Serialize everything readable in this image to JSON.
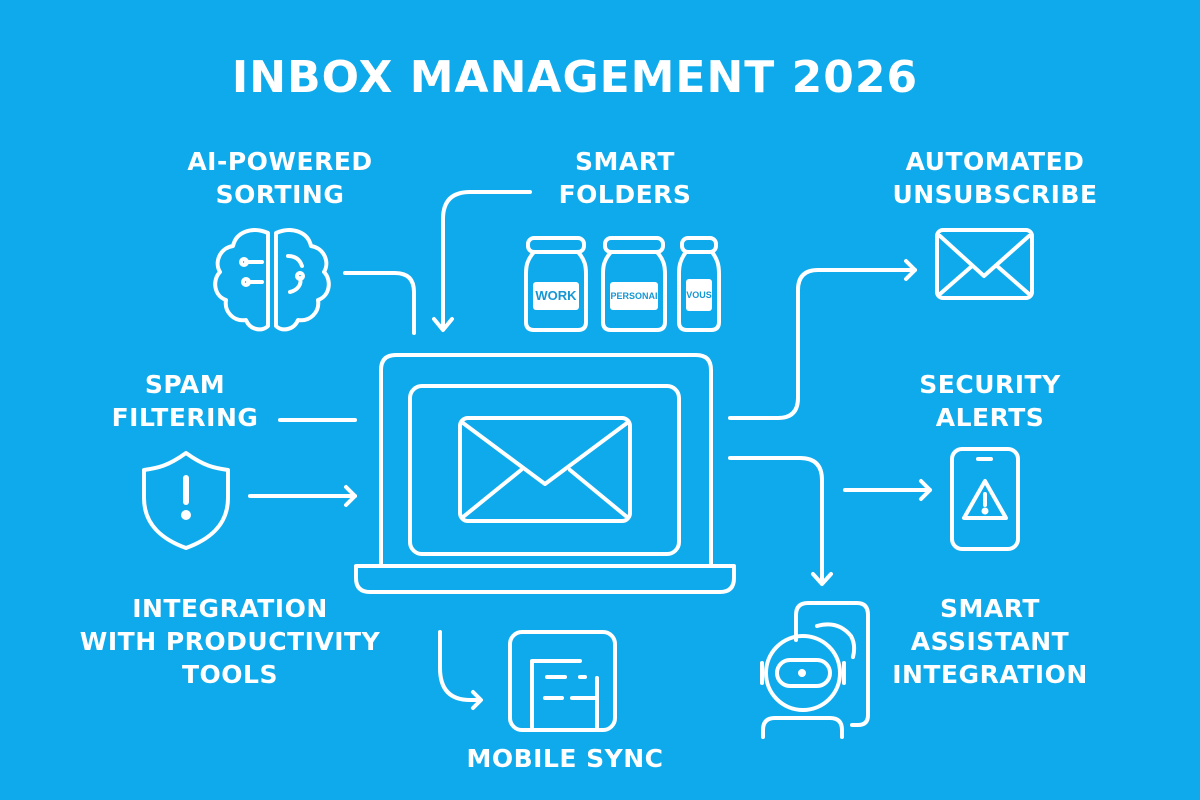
{
  "title": "INBOX MANAGEMENT 2026",
  "colors": {
    "background": "#0eaaeb",
    "foreground": "#ffffff",
    "jar_label_text": "#1497d4"
  },
  "features": {
    "ai_sorting": {
      "lines": [
        "AI-POWERED",
        "SORTING"
      ],
      "icon": "brain-circuit-icon"
    },
    "smart_folders": {
      "lines": [
        "SMART",
        "FOLDERS"
      ],
      "icon": "jars-icon",
      "jars": [
        "WORK",
        "PERSONAI",
        "VOUS"
      ]
    },
    "auto_unsubscribe": {
      "lines": [
        "AUTOMATED",
        "UNSUBSCRIBE"
      ],
      "icon": "envelope-icon"
    },
    "spam_filtering": {
      "lines": [
        "SPAM",
        "FILTERING"
      ],
      "icon": "shield-alert-icon"
    },
    "security_alerts": {
      "lines": [
        "SECURITY",
        "ALERTS"
      ],
      "icon": "phone-warning-icon"
    },
    "productivity_integration": {
      "lines": [
        "INTEGRATION",
        "WITH PRODUCTIVITY",
        "TOOLS"
      ]
    },
    "mobile_sync": {
      "lines": [
        "MOBILE SYNC"
      ],
      "icon": "document-window-icon"
    },
    "smart_assistant": {
      "lines": [
        "SMART",
        "ASSISTANT",
        "INTEGRATION"
      ],
      "icon": "robot-assistant-icon"
    }
  },
  "center": {
    "icon": "laptop-mail-icon"
  }
}
